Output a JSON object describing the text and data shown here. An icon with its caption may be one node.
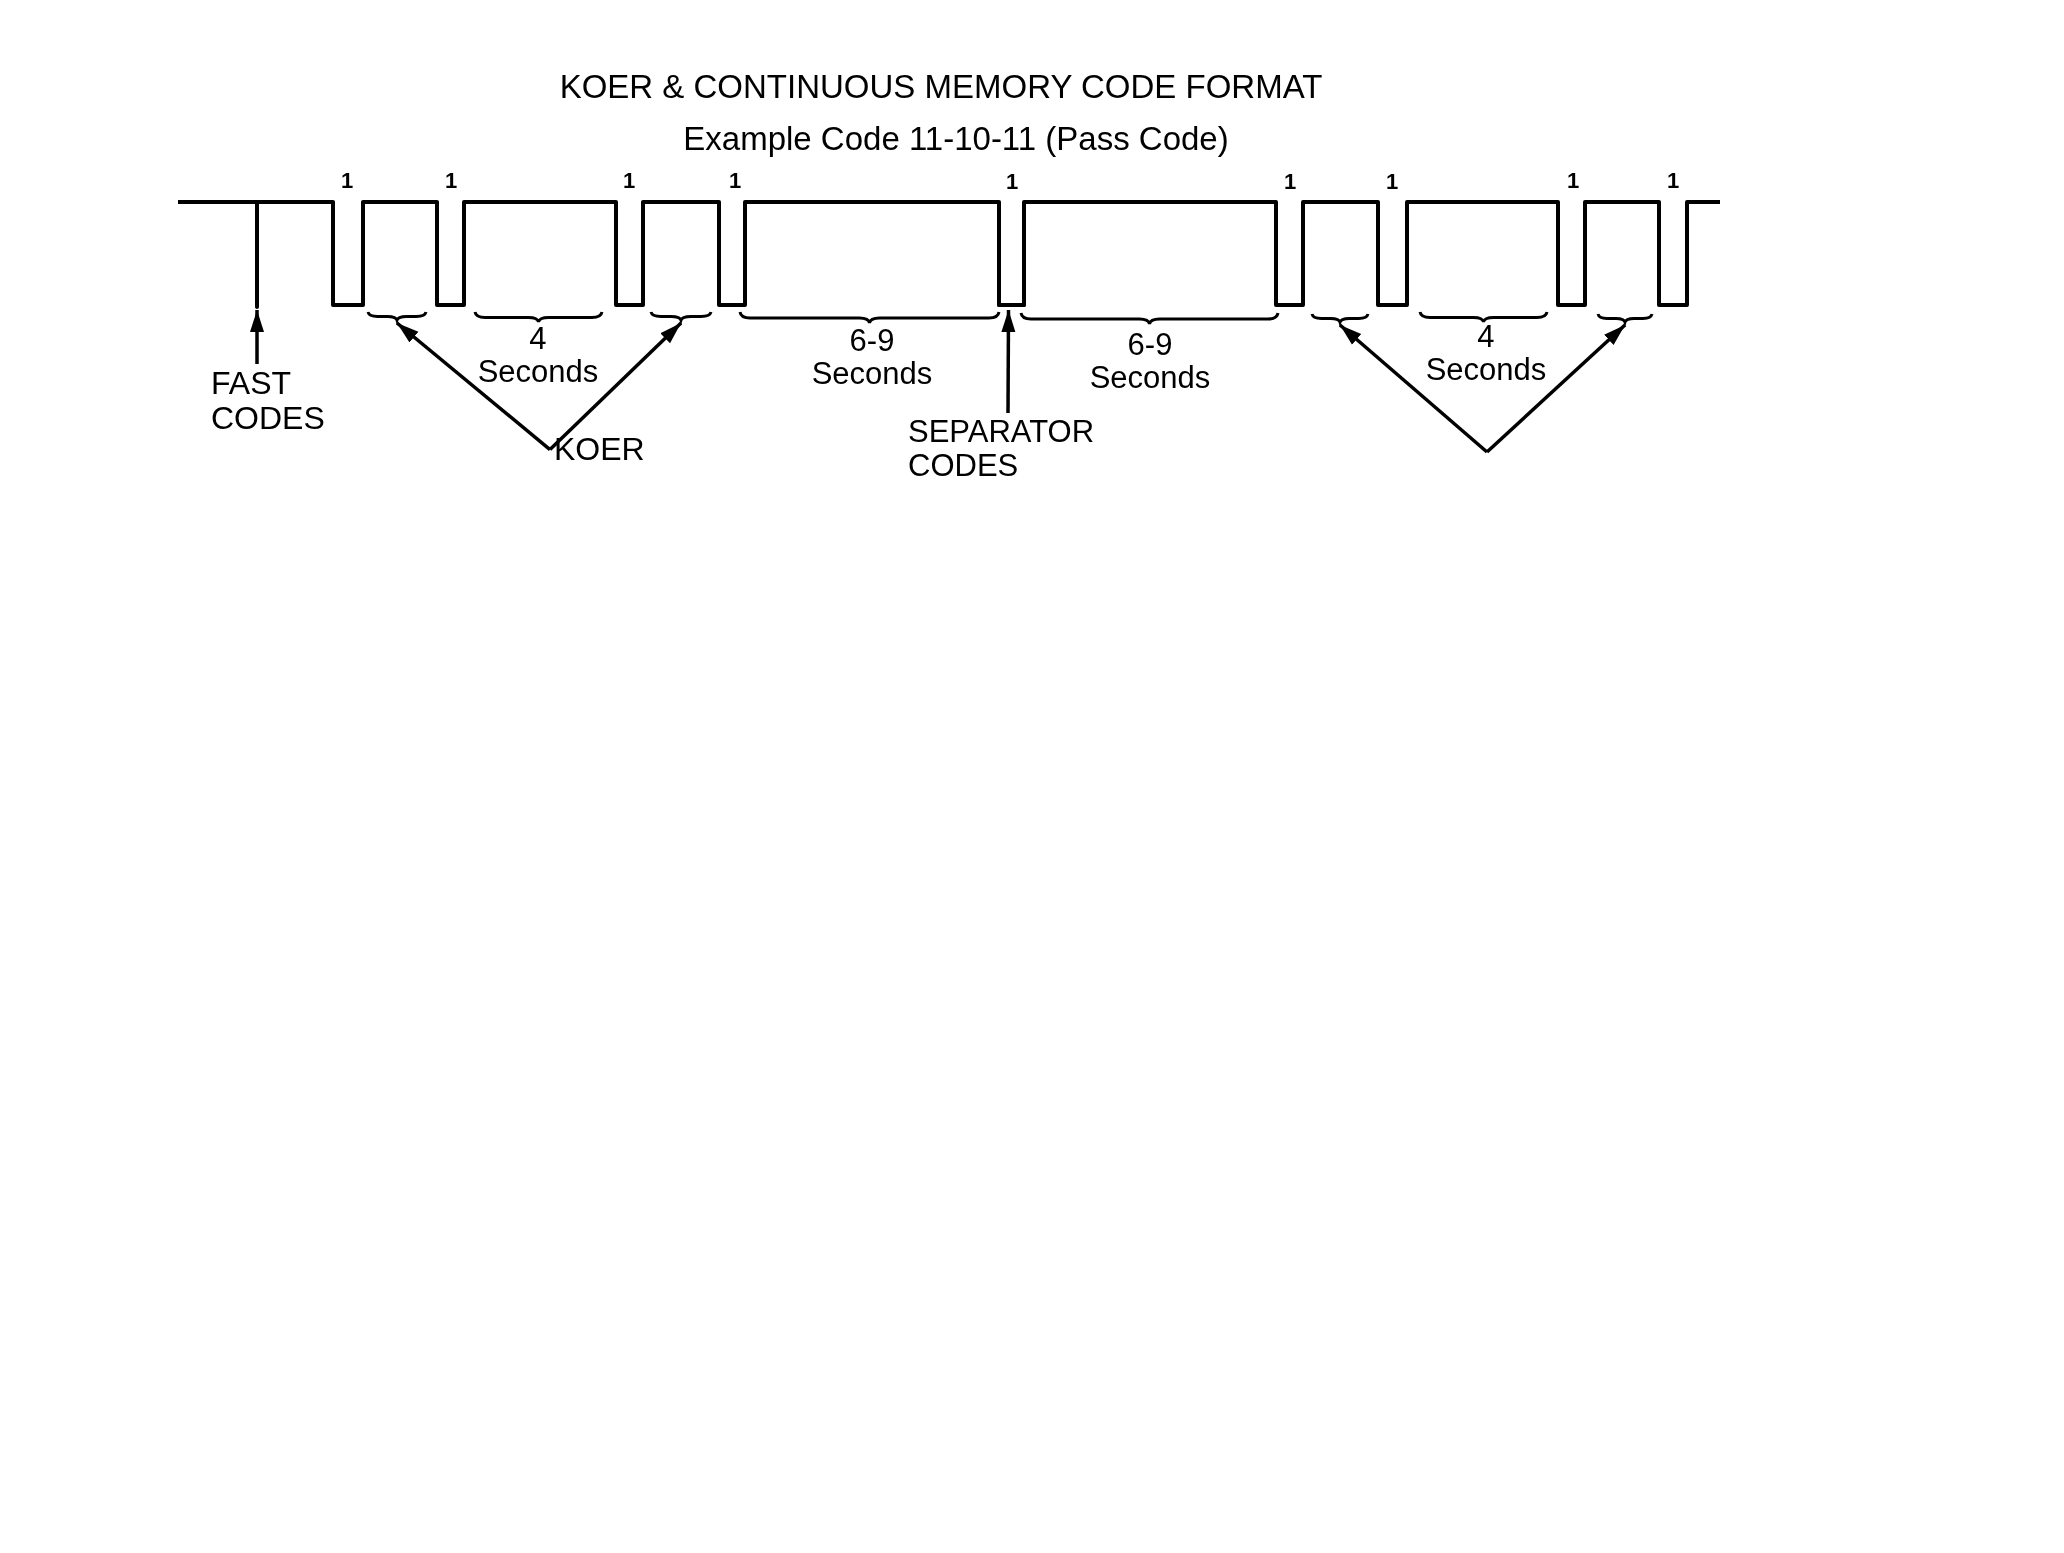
{
  "diagram": {
    "title": "KOER & CONTINUOUS MEMORY CODE FORMAT",
    "nodes": [
      {
        "text": [],
        "shape": "line"
      },
      {
        "text": [],
        "shape": "pulse"
      },
      {
        "text": [],
        "shape": "brace"
      },
      {
        "text": [],
        "shape": "brace"
      },
      {
        "text": [],
        "shape": "brace"
      },
      {
        "text": [],
        "shape": "brace"
      },
      {
        "text": [
          "FAST CODES"
        ]
      },
      {
        "text": [
          "KOER"
        ]
      },
      {
        "text": [
          "SEPARATOR CODES"
        ]
      }
    ],
    "edges": [
      {
        "from": 6,
        "to": 0,
        "arrow": "to"
      },
      {
        "from": 7,
        "to": 2,
        "arrow": "to"
      },
      {
        "from": 7,
        "to": 3,
        "arrow": "to"
      },
      {
        "from": 8,
        "to": 1,
        "arrow": "to"
      },
      {
        "from": null,
        "to": 4,
        "arrow": "to"
      },
      {
        "from": null,
        "to": 5,
        "arrow": "to"
      }
    ],
    "labels": [
      "Example Code 11-10-11 (Pass Code)",
      "1",
      "1",
      "1",
      "1",
      "1",
      "1",
      "1",
      "1",
      "1",
      "4 Seconds",
      "6-9 Seconds",
      "6-9 Seconds",
      "4 Seconds"
    ]
  }
}
